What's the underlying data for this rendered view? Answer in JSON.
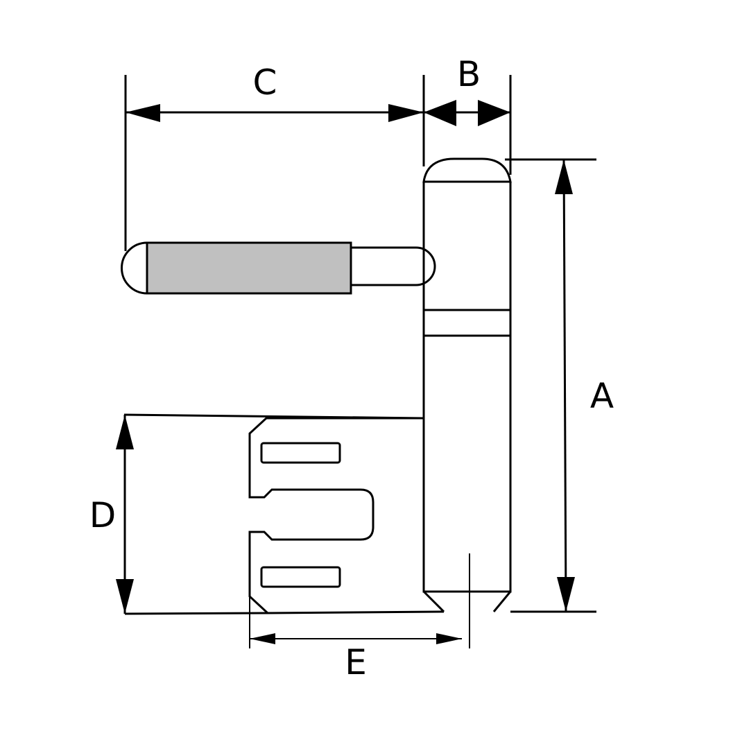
{
  "diagram": {
    "dimension_labels": {
      "a": "A",
      "b": "B",
      "c": "C",
      "d": "D",
      "e": "E"
    },
    "colors": {
      "line": "#000000",
      "pin_fill": "#c0c0c0",
      "background": "#ffffff"
    }
  }
}
